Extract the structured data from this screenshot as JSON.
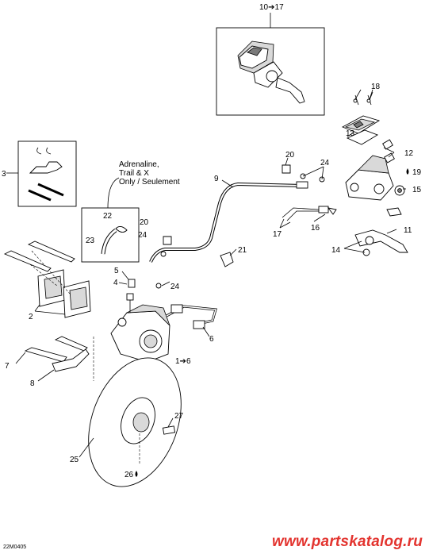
{
  "callouts": {
    "c10_17": "10➔17",
    "c18": "18",
    "c13": "13",
    "c12": "12",
    "c20a": "20",
    "c24a": "24",
    "c19": "19",
    "c15": "15",
    "c9": "9",
    "c3": "3",
    "c22": "22",
    "c20b": "20",
    "c24b": "24",
    "c23": "23",
    "c16": "16",
    "c17": "17",
    "c11": "11",
    "c14": "14",
    "c21": "21",
    "c5": "5",
    "c4": "4",
    "c24c": "24",
    "c2": "2",
    "c6": "6",
    "c1_6": "1➔6",
    "c7": "7",
    "c8": "8",
    "c27": "27",
    "c25": "25",
    "c26": "26"
  },
  "note": {
    "line1": "Adrenaline,",
    "line2": "Trail & X",
    "line3": "Only / Seulement"
  },
  "figure_id": "22M0405",
  "watermark": "www.partskatalog.ru",
  "colors": {
    "watermark": "#e3342f",
    "line": "#000000"
  }
}
